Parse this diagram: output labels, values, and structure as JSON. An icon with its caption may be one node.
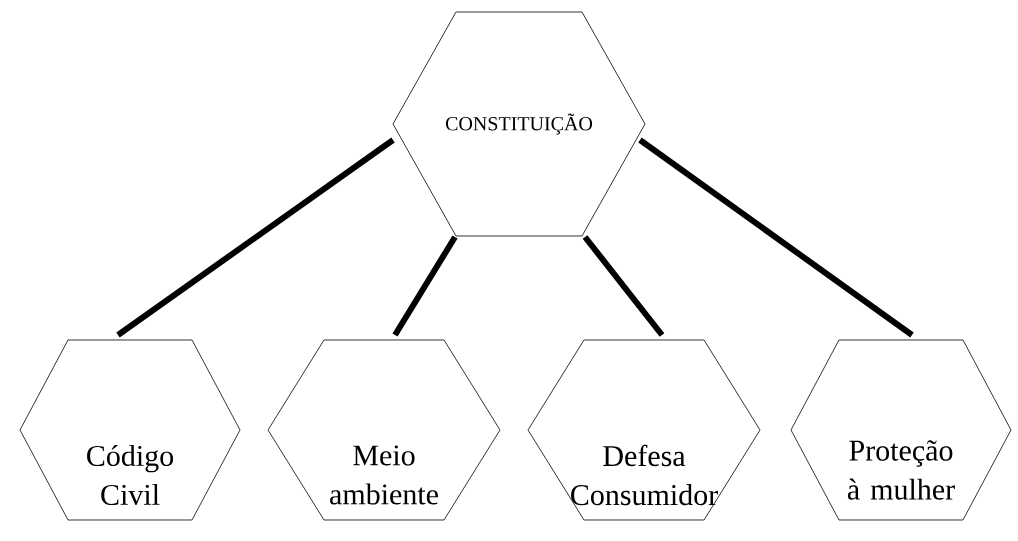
{
  "diagram": {
    "nodes": [
      {
        "text": [
          "CONSTITUIÇÃO"
        ]
      },
      {
        "text": [
          "Código Civil"
        ]
      },
      {
        "text": [
          "Meio ambiente"
        ]
      },
      {
        "text": [
          "Defesa Consumidor"
        ]
      },
      {
        "text": [
          "Proteção à mulher"
        ]
      }
    ],
    "edges": [
      {
        "from": 0,
        "to": 1,
        "arrow": "none"
      },
      {
        "from": 0,
        "to": 2,
        "arrow": "none"
      },
      {
        "from": 0,
        "to": 3,
        "arrow": "none"
      },
      {
        "from": 0,
        "to": 4,
        "arrow": "none"
      }
    ]
  }
}
